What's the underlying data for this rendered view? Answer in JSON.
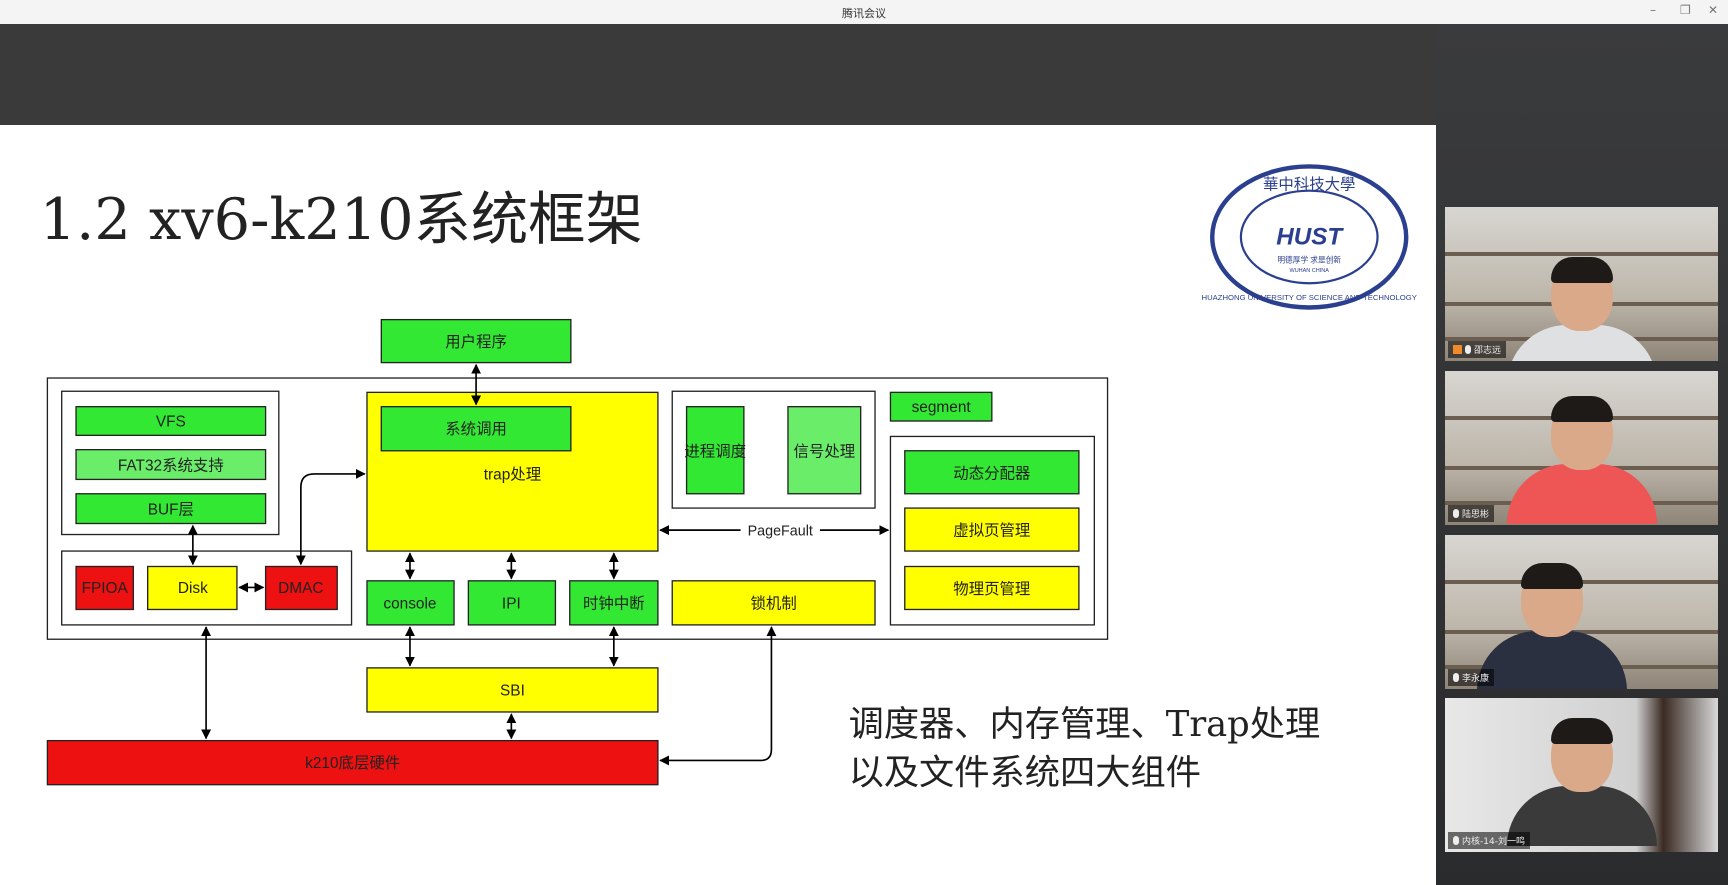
{
  "window": {
    "title": "腾讯会议",
    "controls": [
      "–",
      "❐",
      "✕"
    ]
  },
  "slide": {
    "title": "1.2 xv6-k210系统框架",
    "logo": {
      "text_top": "華中科技大學",
      "text_ring": "HUAZHONG UNIVERSITY OF SCIENCE AND TECHNOLOGY",
      "abbr": "HUST",
      "motto": "明德厚学 求是创新",
      "city": "WUHAN CHINA"
    },
    "diagram": {
      "user_program": "用户程序",
      "vfs": "VFS",
      "fat32": "FAT32系统支持",
      "buf": "BUF层",
      "fpioa": "FPIOA",
      "disk": "Disk",
      "dmac": "DMAC",
      "syscall": "系统调用",
      "trap": "trap处理",
      "sched": "进程调度",
      "signal": "信号处理",
      "segment": "segment",
      "allocator": "动态分配器",
      "vpage": "虚拟页管理",
      "ppage": "物理页管理",
      "pagefault": "PageFault",
      "console": "console",
      "ipi": "IPI",
      "timer": "时钟中断",
      "lock": "锁机制",
      "sbi": "SBI",
      "hw": "k210底层硬件"
    },
    "summary": [
      "调度器、内存管理、Trap处理",
      "以及文件系统四大组件"
    ]
  },
  "participants": [
    {
      "name": "邵志远",
      "host": true
    },
    {
      "name": "陆思彬"
    },
    {
      "name": "李永康"
    },
    {
      "name": "内核-14-刘一鸣"
    }
  ],
  "colors": {
    "green": "#33e833",
    "light_green": "#6aee6a",
    "yellow": "#ffff00",
    "red": "#ee1111",
    "logo_blue": "#2b3f8f"
  }
}
